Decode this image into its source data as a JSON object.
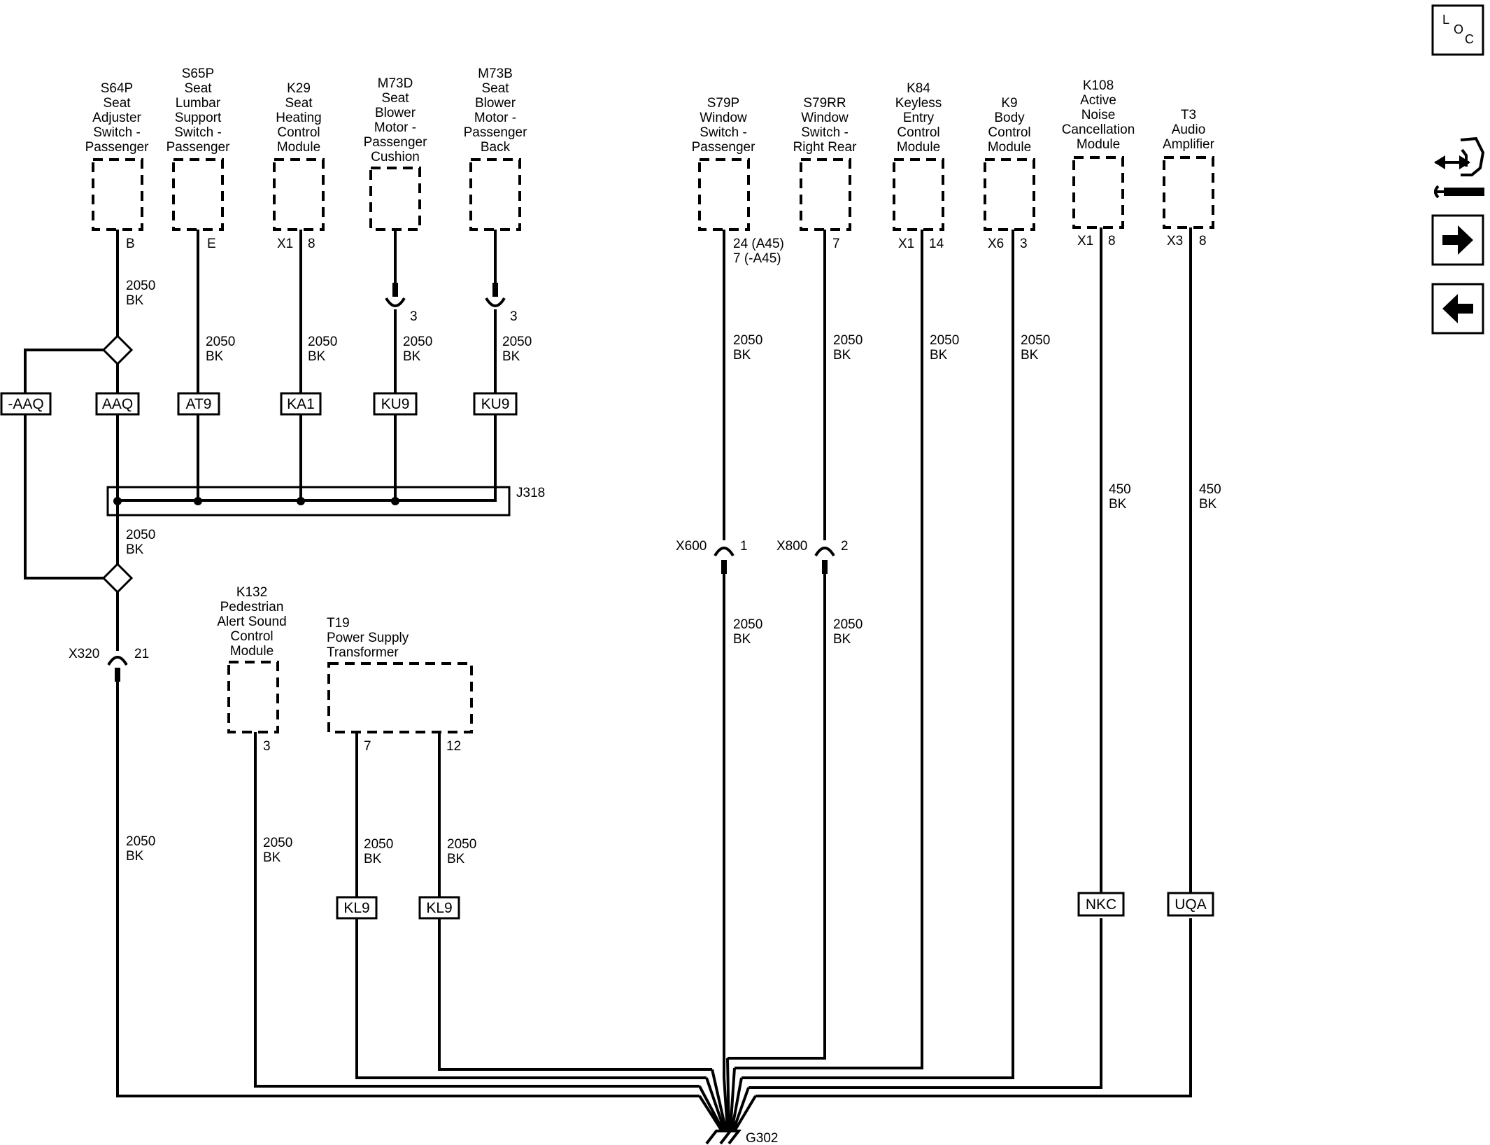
{
  "components": [
    {
      "id": "S64P",
      "lines": [
        "S64P",
        "Seat",
        "Adjuster",
        "Switch -",
        "Passenger"
      ],
      "pins": [
        "B"
      ]
    },
    {
      "id": "S65P",
      "lines": [
        "S65P",
        "Seat",
        "Lumbar",
        "Support",
        "Switch -",
        "Passenger"
      ],
      "pins": [
        "E"
      ]
    },
    {
      "id": "K29",
      "lines": [
        "K29",
        "Seat",
        "Heating",
        "Control",
        "Module"
      ],
      "pins": [
        "X1",
        "8"
      ]
    },
    {
      "id": "M73D",
      "lines": [
        "M73D",
        "Seat",
        "Blower",
        "Motor -",
        "Passenger",
        "Cushion"
      ],
      "pins": [
        "3"
      ]
    },
    {
      "id": "M73B",
      "lines": [
        "M73B",
        "Seat",
        "Blower",
        "Motor -",
        "Passenger",
        "Back"
      ],
      "pins": [
        "3"
      ]
    },
    {
      "id": "S79P",
      "lines": [
        "S79P",
        "Window",
        "Switch -",
        "Passenger"
      ],
      "pins": [
        "24 (A45)",
        "7 (-A45)"
      ]
    },
    {
      "id": "S79RR",
      "lines": [
        "S79RR",
        "Window",
        "Switch -",
        "Right Rear"
      ],
      "pins": [
        "7"
      ]
    },
    {
      "id": "K84",
      "lines": [
        "K84",
        "Keyless",
        "Entry",
        "Control",
        "Module"
      ],
      "pins": [
        "X1",
        "14"
      ]
    },
    {
      "id": "K9",
      "lines": [
        "K9",
        "Body",
        "Control",
        "Module"
      ],
      "pins": [
        "X6",
        "3"
      ]
    },
    {
      "id": "K108",
      "lines": [
        "K108",
        "Active",
        "Noise",
        "Cancellation",
        "Module"
      ],
      "pins": [
        "X1",
        "8"
      ]
    },
    {
      "id": "T3",
      "lines": [
        "T3",
        "Audio",
        "Amplifier"
      ],
      "pins": [
        "X3",
        "8"
      ]
    },
    {
      "id": "K132",
      "lines": [
        "K132",
        "Pedestrian",
        "Alert Sound",
        "Control",
        "Module"
      ],
      "pins": [
        "3"
      ]
    },
    {
      "id": "T19",
      "lines": [
        "T19",
        "Power Supply",
        "Transformer"
      ],
      "pins": [
        "7",
        "12"
      ]
    }
  ],
  "wire_2050": [
    "2050",
    "BK"
  ],
  "wire_450": [
    "450",
    "BK"
  ],
  "option_codes": [
    "-AAQ",
    "AAQ",
    "AT9",
    "KA1",
    "KU9",
    "KU9",
    "KL9",
    "KL9",
    "NKC",
    "UQA"
  ],
  "splice": "J318",
  "connectors": [
    {
      "name": "X600",
      "pin": "1"
    },
    {
      "name": "X800",
      "pin": "2"
    },
    {
      "name": "X320",
      "pin": "21"
    }
  ],
  "ground": "G302",
  "nav": {
    "loc_label": [
      "L",
      "O",
      "C"
    ],
    "icons": [
      "component-connector-icon",
      "next-arrow-icon",
      "previous-arrow-icon"
    ]
  }
}
